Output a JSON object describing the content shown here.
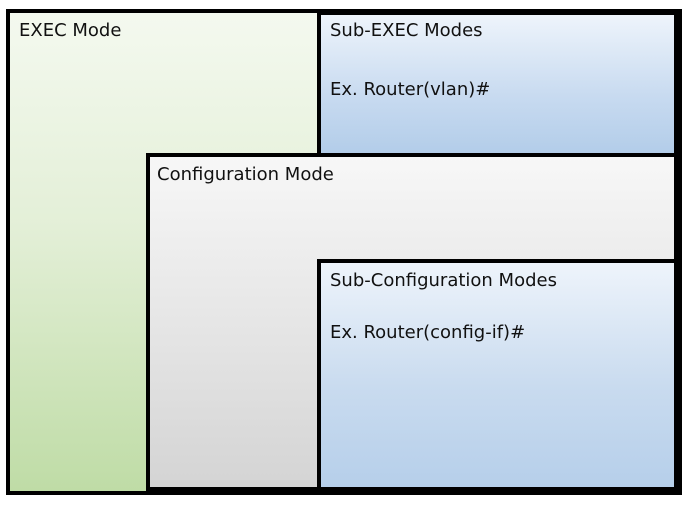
{
  "diagram": {
    "exec_mode": {
      "title": "EXEC Mode"
    },
    "sub_exec_modes": {
      "title": "Sub-EXEC Modes",
      "example": "Ex. Router(vlan)#"
    },
    "configuration_mode": {
      "title": "Configuration Mode"
    },
    "sub_configuration_modes": {
      "title": "Sub-Configuration Modes",
      "example": "Ex. Router(config-if)#"
    }
  }
}
